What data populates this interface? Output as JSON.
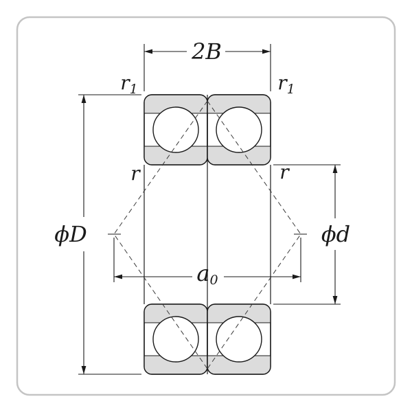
{
  "colors": {
    "line": "#1a1a1a",
    "shading": "#dcdcdc",
    "frame": "#c4c4c4",
    "background": "#ffffff",
    "dashed": "#3a3a3a"
  },
  "labels": {
    "width": "2B",
    "chamfer_outer": {
      "base": "r",
      "sub": "1"
    },
    "chamfer_inner": "r",
    "outer_diameter": "ϕD",
    "bore_diameter": "ϕd",
    "load_center_distance": {
      "base": "a",
      "sub": "0"
    }
  }
}
